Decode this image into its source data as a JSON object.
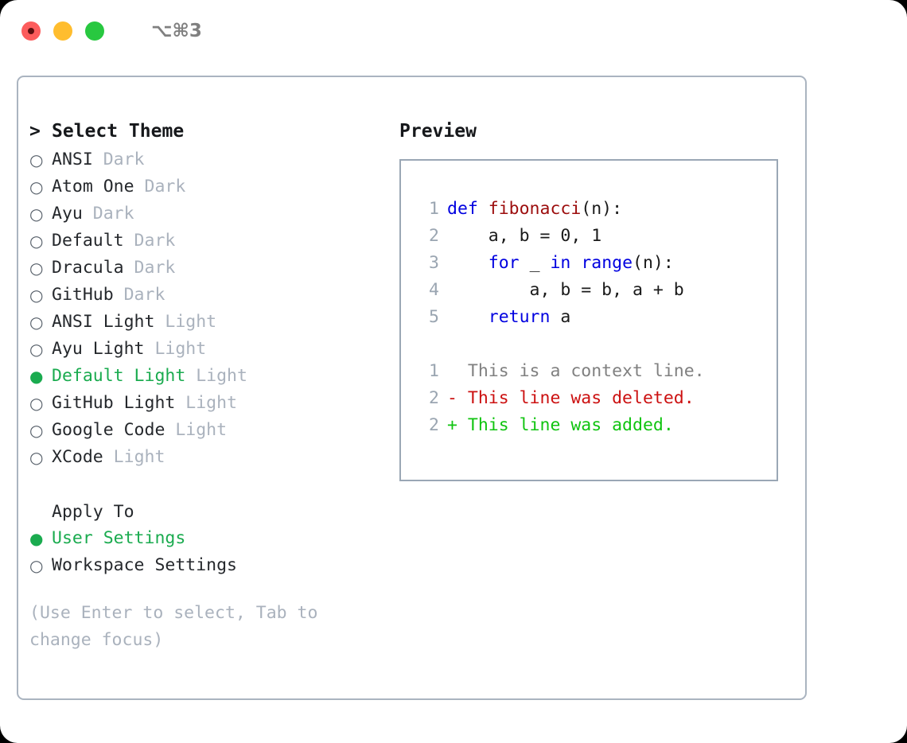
{
  "titlebar": {
    "shortcut": "⌥⌘3",
    "buttons": [
      {
        "name": "close",
        "color": "#fc5c5c",
        "inner": "#5c0f0f"
      },
      {
        "name": "minimize",
        "color": "#ffbd2e",
        "inner": "transparent"
      },
      {
        "name": "maximize",
        "color": "#28c840",
        "inner": "transparent"
      }
    ]
  },
  "theme_list": {
    "header": "Select Theme",
    "caret": ">",
    "marker_selected": "●",
    "marker_unselected": "○",
    "items": [
      {
        "label": "ANSI",
        "tag": "Dark",
        "selected": false
      },
      {
        "label": "Atom One",
        "tag": "Dark",
        "selected": false
      },
      {
        "label": "Ayu",
        "tag": "Dark",
        "selected": false
      },
      {
        "label": "Default",
        "tag": "Dark",
        "selected": false
      },
      {
        "label": "Dracula",
        "tag": "Dark",
        "selected": false
      },
      {
        "label": "GitHub",
        "tag": "Dark",
        "selected": false
      },
      {
        "label": "ANSI Light",
        "tag": "Light",
        "selected": false
      },
      {
        "label": "Ayu Light",
        "tag": "Light",
        "selected": false
      },
      {
        "label": "Default Light",
        "tag": "Light",
        "selected": true
      },
      {
        "label": "GitHub Light",
        "tag": "Light",
        "selected": false
      },
      {
        "label": "Google Code",
        "tag": "Light",
        "selected": false
      },
      {
        "label": "XCode",
        "tag": "Light",
        "selected": false
      }
    ]
  },
  "apply_to": {
    "header": "Apply To",
    "options": [
      {
        "label": "User Settings",
        "selected": true
      },
      {
        "label": "Workspace Settings",
        "selected": false
      }
    ]
  },
  "hint": "(Use Enter to select, Tab to change focus)",
  "preview": {
    "title": "Preview",
    "code_lines": [
      {
        "n": "1",
        "seg": [
          {
            "t": "def ",
            "c": "kw"
          },
          {
            "t": "fibonacci",
            "c": "fn"
          },
          {
            "t": "(n):",
            "c": "plain"
          }
        ]
      },
      {
        "n": "2",
        "seg": [
          {
            "t": "    a, b = 0, 1",
            "c": "plain"
          }
        ]
      },
      {
        "n": "3",
        "seg": [
          {
            "t": "    ",
            "c": "plain"
          },
          {
            "t": "for",
            "c": "kw"
          },
          {
            "t": " _ ",
            "c": "plain"
          },
          {
            "t": "in ",
            "c": "kw"
          },
          {
            "t": "range",
            "c": "kw"
          },
          {
            "t": "(n):",
            "c": "plain"
          }
        ]
      },
      {
        "n": "4",
        "seg": [
          {
            "t": "        a, b = b, a + b",
            "c": "plain"
          }
        ]
      },
      {
        "n": "5",
        "seg": [
          {
            "t": "    ",
            "c": "plain"
          },
          {
            "t": "return",
            "c": "kw"
          },
          {
            "t": " a",
            "c": "plain"
          }
        ]
      }
    ],
    "diff_lines": [
      {
        "n": "1",
        "marker": " ",
        "text": " This is a context line.",
        "kind": "ctx"
      },
      {
        "n": "2",
        "marker": "-",
        "text": " This line was deleted.",
        "kind": "del"
      },
      {
        "n": "2",
        "marker": "+",
        "text": " This line was added.",
        "kind": "add"
      }
    ]
  },
  "colors": {
    "accent_green": "#1aab4f",
    "tag_gray": "#aab2bd",
    "keyword_blue": "#0000e0",
    "function_red": "#9c0d0d",
    "diff_add": "#10c410",
    "diff_del": "#cc1111",
    "border": "#aab4c0"
  }
}
